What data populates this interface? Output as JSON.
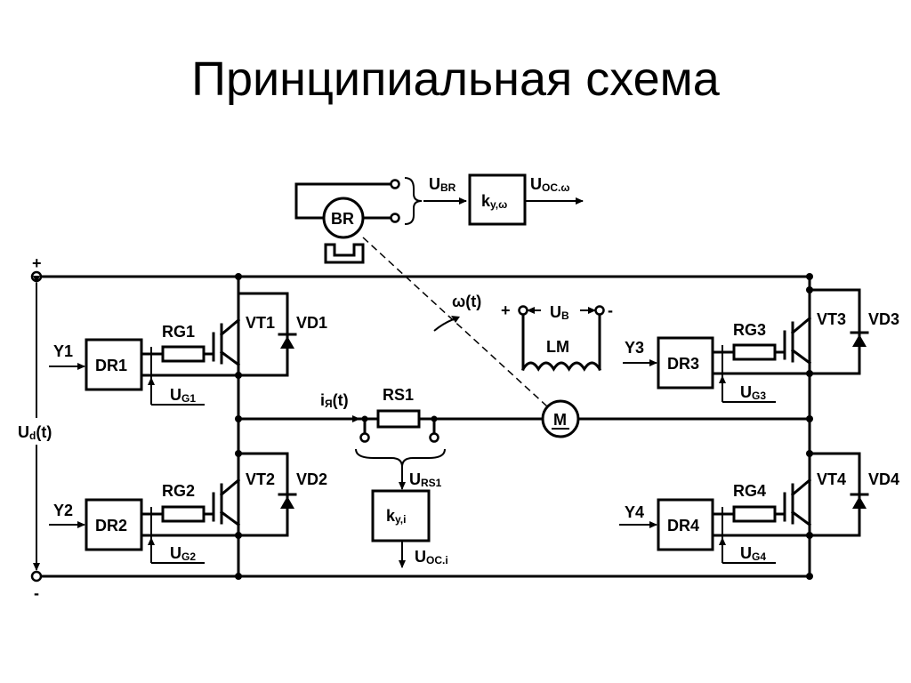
{
  "title": "Принципиальная схема",
  "labels": {
    "plus_top": "+",
    "minus_bottom": "-",
    "ud": "U",
    "ud_sub": "d",
    "ud_tail": "(t)",
    "y1": "Y1",
    "y2": "Y2",
    "y3": "Y3",
    "y4": "Y4",
    "dr1": "DR1",
    "dr2": "DR2",
    "dr3": "DR3",
    "dr4": "DR4",
    "rg1": "RG1",
    "rg2": "RG2",
    "rg3": "RG3",
    "rg4": "RG4",
    "vt1": "VT1",
    "vt2": "VT2",
    "vt3": "VT3",
    "vt4": "VT4",
    "vd1": "VD1",
    "vd2": "VD2",
    "vd3": "VD3",
    "vd4": "VD4",
    "ug": "U",
    "ug1_sub": "G1",
    "ug2_sub": "G2",
    "ug3_sub": "G3",
    "ug4_sub": "G4",
    "br": "BR",
    "ubr": "U",
    "ubr_sub": "BR",
    "ky_omega": "k",
    "ky_omega_sub": "y,ω",
    "uoc_omega": "U",
    "uoc_omega_sub": "OC.ω",
    "omega": "ω(t)",
    "lm_plus": "+",
    "lm_minus": "-",
    "ub": "U",
    "ub_sub": "B",
    "lm": "LM",
    "motor": "M",
    "ia": "i",
    "ia_sub": "Я",
    "ia_tail": "(t)",
    "rs1": "RS1",
    "urs1": "U",
    "urs1_sub": "RS1",
    "ky_i": "k",
    "ky_i_sub": "y,i",
    "uoc_i": "U",
    "uoc_i_sub": "OC.i"
  }
}
